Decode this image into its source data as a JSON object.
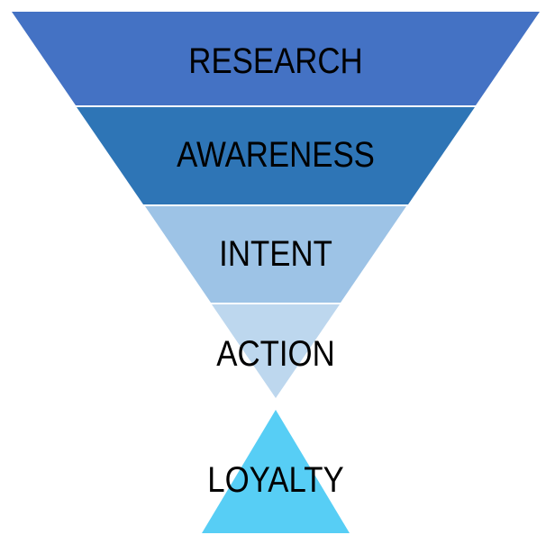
{
  "diagram": {
    "type": "funnel",
    "background_color": "#ffffff",
    "label_color": "#000000",
    "stages": [
      {
        "label": "RESEARCH",
        "color": "#4472c4",
        "shape": "trapezoid"
      },
      {
        "label": "AWARENESS",
        "color": "#2e75b6",
        "shape": "trapezoid"
      },
      {
        "label": "INTENT",
        "color": "#9dc3e6",
        "shape": "trapezoid"
      },
      {
        "label": "ACTION",
        "color": "#bdd7ee",
        "shape": "inverted-triangle"
      },
      {
        "label": "LOYALTY",
        "color": "#57cef5",
        "shape": "upright-triangle"
      }
    ]
  }
}
